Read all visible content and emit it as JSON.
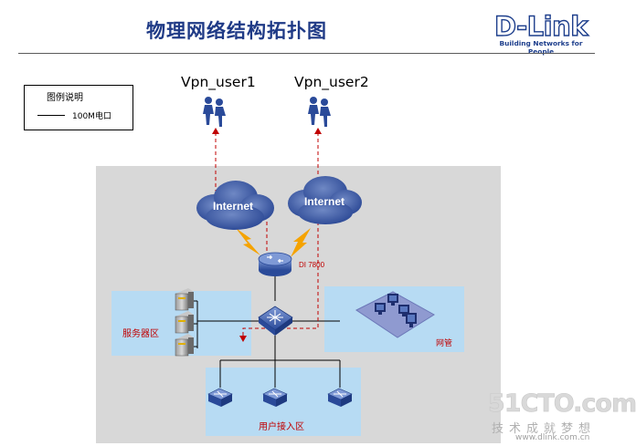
{
  "page": {
    "title": "物理网络结构拓扑图"
  },
  "logo": {
    "brand": "D-Link",
    "tagline": "Building Networks for People"
  },
  "legend": {
    "title": "图例说明",
    "item_label": "100M电口"
  },
  "users": [
    {
      "label": "Vpn_user1"
    },
    {
      "label": "Vpn_user2"
    }
  ],
  "clouds": [
    {
      "label": "Internet"
    },
    {
      "label": "Internet"
    }
  ],
  "router": {
    "label": "DI 7800"
  },
  "zones": {
    "server": "服务器区",
    "management": "网管",
    "access": "用户接入区"
  },
  "watermark": {
    "brand": "51CTO.com",
    "slogan": "技术成就梦想",
    "url": "www.dlink.com.cn"
  },
  "colors": {
    "title": "#1f3a86",
    "dashed_link": "#c00000",
    "zone_fill": "#b7dbf3",
    "backbone_fill": "#d8d8d8",
    "lightning": "#f5a300"
  }
}
